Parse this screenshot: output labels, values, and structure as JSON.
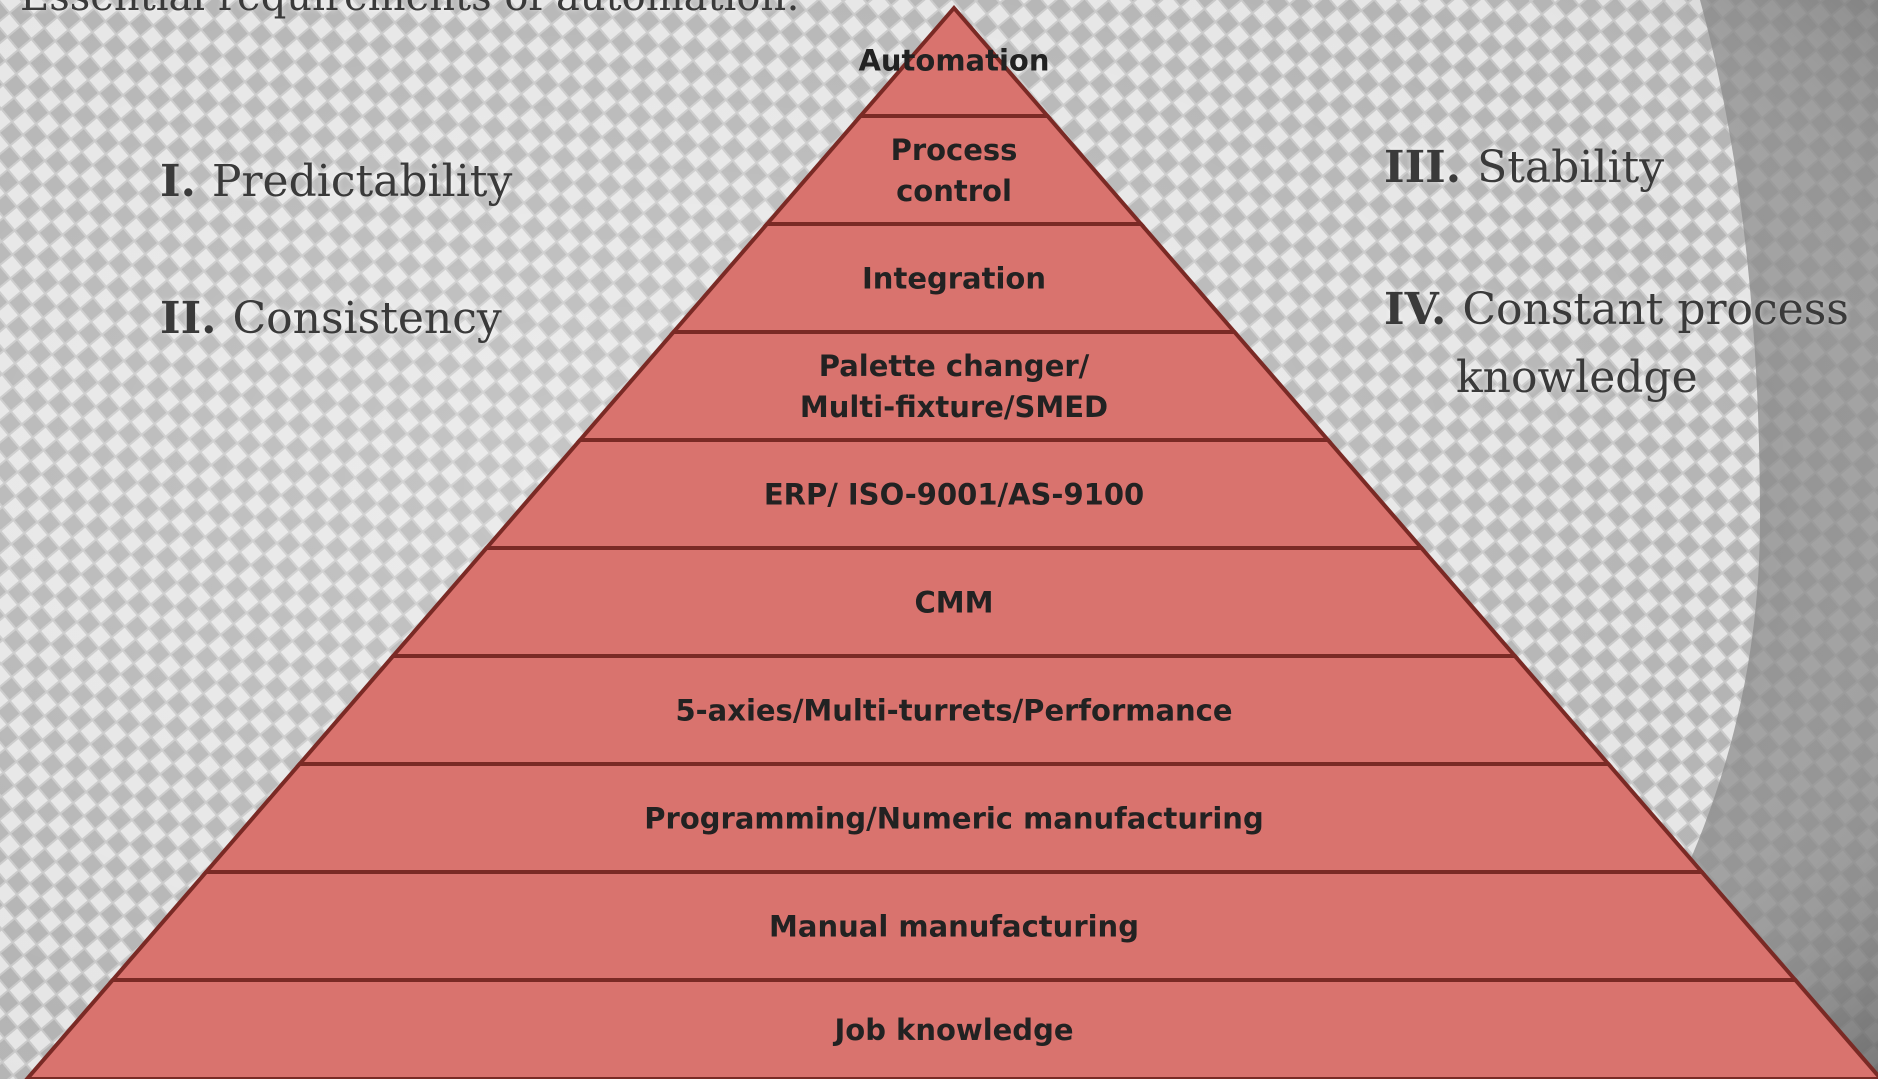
{
  "heading": "Essential requirements of automation:",
  "requirements": {
    "left": [
      {
        "numeral": "I.",
        "text": "Predictability"
      },
      {
        "numeral": "II.",
        "text": "Consistency"
      }
    ],
    "right": [
      {
        "numeral": "III.",
        "text": "Stability"
      },
      {
        "numeral": "IV.",
        "text": "Constant process",
        "continuation": "knowledge"
      }
    ]
  },
  "pyramid": {
    "levels_top_to_bottom": [
      [
        "Automation"
      ],
      [
        "Process",
        "control"
      ],
      [
        "Integration"
      ],
      [
        "Palette changer/",
        "Multi-fixture/SMED"
      ],
      [
        "ERP/ ISO-9001/AS-9100"
      ],
      [
        "CMM"
      ],
      [
        "5-axies/Multi-turrets/Performance"
      ],
      [
        "Programming/Numeric manufacturing"
      ],
      [
        "Manual manufacturing"
      ],
      [
        "Job knowledge"
      ]
    ]
  },
  "colors": {
    "pyramid_fill": "#d9736e",
    "pyramid_outline": "#7a2a25",
    "label_text": "#222222",
    "background_light": "#d4d4d4",
    "background_dark": "#8e8e8e"
  }
}
